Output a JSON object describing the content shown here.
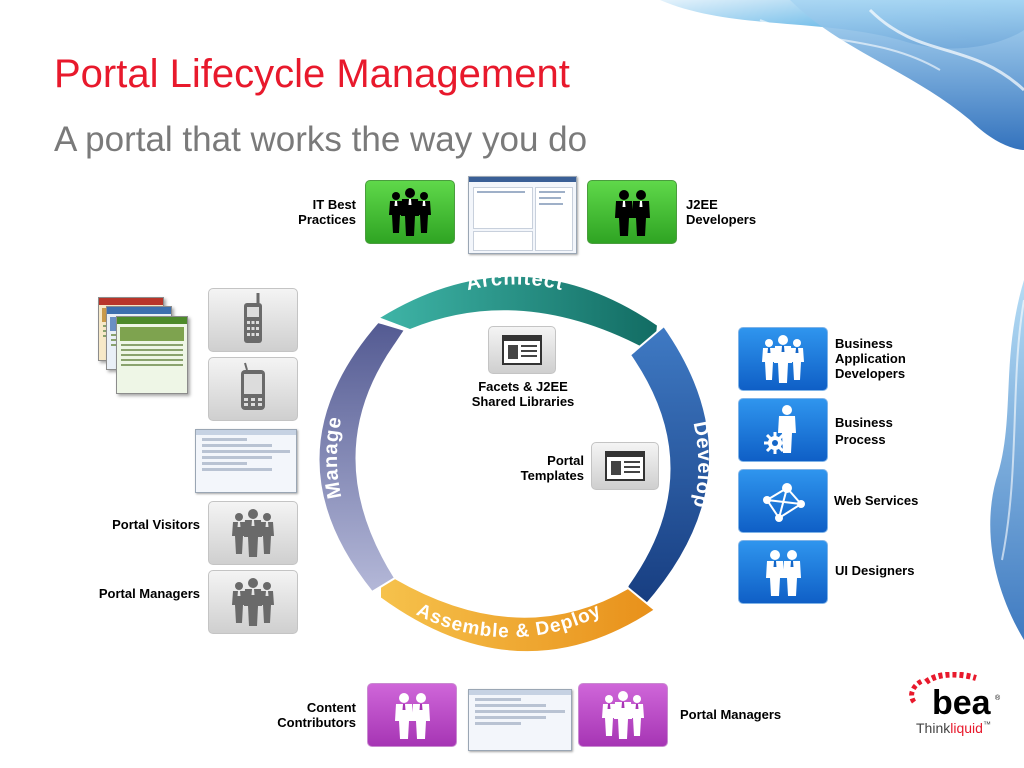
{
  "title": "Portal Lifecycle Management",
  "subtitle": "A portal that works the way you do",
  "cycle": {
    "stages": [
      "Architect",
      "Develop",
      "Assemble & Deploy",
      "Manage"
    ],
    "center_items": [
      {
        "line1": "Facets & J2EE",
        "line2": "Shared Libraries",
        "icon": "layout-window-icon"
      },
      {
        "line1": "Portal",
        "line2": "Templates",
        "icon": "layout-window-icon"
      }
    ]
  },
  "top_roles": [
    {
      "line1": "IT Best",
      "line2": "Practices",
      "icon": "people-group-icon",
      "color": "#3cb82e"
    },
    {
      "line1": "J2EE",
      "line2": "Developers",
      "icon": "people-group-icon",
      "color": "#3cb82e"
    }
  ],
  "right_roles": [
    {
      "line1": "Business",
      "line2": "Application",
      "line3": "Developers",
      "icon": "people-group-icon"
    },
    {
      "line1": "Business",
      "line2": "Process",
      "icon": "gear-person-icon"
    },
    {
      "line1": "Web Services",
      "icon": "network-icon"
    },
    {
      "line1": "UI Designers",
      "icon": "people-pair-icon"
    }
  ],
  "left_roles": [
    {
      "label": "Portal Visitors",
      "icon": "people-group-icon"
    },
    {
      "label": "Portal Managers",
      "icon": "people-group-icon"
    }
  ],
  "left_devices": [
    "mobile-phone-icon",
    "pda-device-icon"
  ],
  "bottom_roles": [
    {
      "line1": "Content",
      "line2": "Contributors",
      "icon": "people-pair-icon"
    },
    {
      "line1": "Portal Managers",
      "icon": "people-group-icon"
    }
  ],
  "brand": {
    "logo": "bea",
    "tagline_think": "Think",
    "tagline_liquid": "liquid",
    "tm": "™"
  },
  "colors": {
    "title_red": "#e8192c",
    "architect_teal": "#1e8c80",
    "develop_blue": "#1d4f9c",
    "deploy_orange": "#f0a020",
    "manage_slate": "#6c72a8",
    "tile_green": "#3cb82e",
    "tile_blue": "#1878db",
    "tile_purple": "#b84ac4"
  }
}
